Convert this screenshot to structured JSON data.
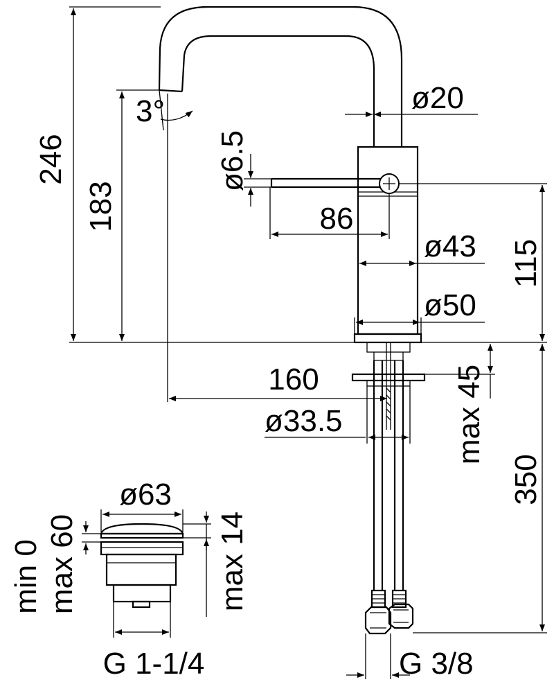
{
  "diagram": {
    "faucet": {
      "height_total": "246",
      "spout_height": "183",
      "spout_angle": "3°",
      "spout_tube_diameter": "ø20",
      "lever_diameter": "ø6.5",
      "lever_length": "86",
      "body_diameter": "ø43",
      "base_diameter": "ø50",
      "body_height": "115",
      "spout_reach": "160",
      "shank_diameter": "ø33.5",
      "deck_thickness": "max 45",
      "hose_length": "350",
      "hose_connection": "G 3/8"
    },
    "waste": {
      "cap_diameter": "ø63",
      "min_label": "min 0",
      "max_label": "max 60",
      "cap_height": "max 14",
      "thread": "G 1-1/4"
    }
  }
}
